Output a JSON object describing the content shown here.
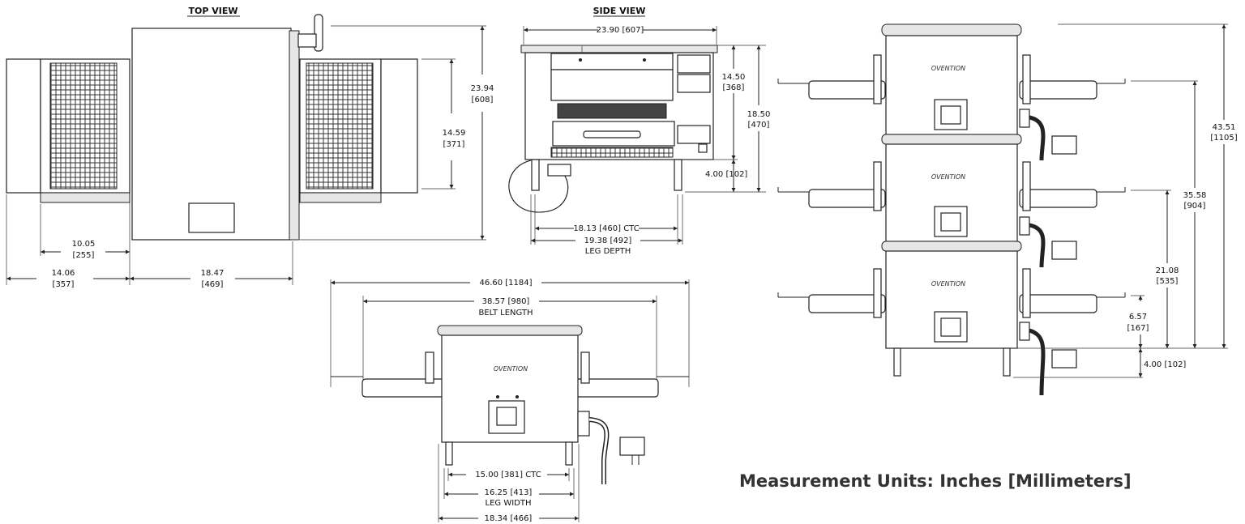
{
  "views": {
    "top_view_title": "TOP VIEW",
    "side_view_title": "SIDE VIEW"
  },
  "top_view": {
    "overall_depth_in": "23.94",
    "overall_depth_mm": "[608]",
    "belt_opening_in": "14.59",
    "belt_opening_mm": "[371]",
    "conveyor_extension_in": "10.05",
    "conveyor_extension_mm": "[255]",
    "left_extension_in": "14.06",
    "left_extension_mm": "[357]",
    "cabinet_width_in": "18.47",
    "cabinet_width_mm": "[469]"
  },
  "side_view": {
    "overall_width": "23.90 [607]",
    "upper_height_in": "14.50",
    "upper_height_mm": "[368]",
    "overall_height_in": "18.50",
    "overall_height_mm": "[470]",
    "leg_height": "4.00 [102]",
    "leg_ctc": "18.13 [460] CTC",
    "leg_depth": "19.38 [492]",
    "leg_depth_label": "LEG DEPTH"
  },
  "front_view": {
    "overall_length": "46.60 [1184]",
    "belt_length": "38.57 [980]",
    "belt_length_label": "BELT LENGTH",
    "leg_ctc": "15.00 [381] CTC",
    "leg_width": "16.25 [413]",
    "leg_width_label": "LEG WIDTH",
    "overall_width": "18.34 [466]",
    "logo_text": "OVENTION"
  },
  "stacked_view": {
    "total_height_in": "43.51",
    "total_height_mm": "[1105]",
    "two_stack_height_in": "35.58",
    "two_stack_height_mm": "[904]",
    "one_stack_height_in": "21.08",
    "one_stack_height_mm": "[535]",
    "belt_height_in": "6.57",
    "belt_height_mm": "[167]",
    "leg_height": "4.00 [102]",
    "logo_text": "OVENTION"
  },
  "footer": {
    "units_note": "Measurement Units: Inches [Millimeters]"
  }
}
